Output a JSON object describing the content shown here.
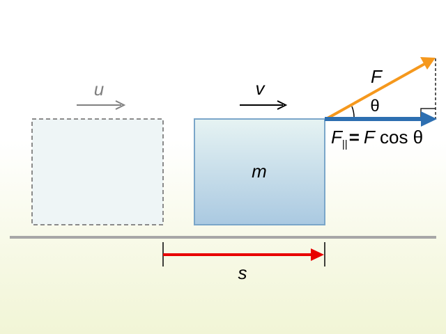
{
  "diagram": {
    "labels": {
      "initial_velocity": "u",
      "final_velocity": "v",
      "mass": "m",
      "force": "F",
      "angle": "θ",
      "displacement": "s",
      "parallel_component": {
        "symbol": "F",
        "subscript": "||",
        "equals": "=",
        "rhs_symbol": "F",
        "rhs_func": " cos θ"
      }
    },
    "colors": {
      "ghost_box_fill": "#eef5f6",
      "ghost_box_stroke": "#8a8a8a",
      "box_fill_top": "#e6f3f3",
      "box_fill_bottom": "#aac9e1",
      "box_stroke": "#7aa6c9",
      "ground": "#a7a7a7",
      "force_arrow": "#f5981d",
      "component_arrow": "#2d6fb1",
      "displacement_arrow": "#e80000",
      "u_arrow": "#808080",
      "v_arrow": "#000000",
      "text": "#000000",
      "u_text": "#7f7f7f"
    }
  }
}
